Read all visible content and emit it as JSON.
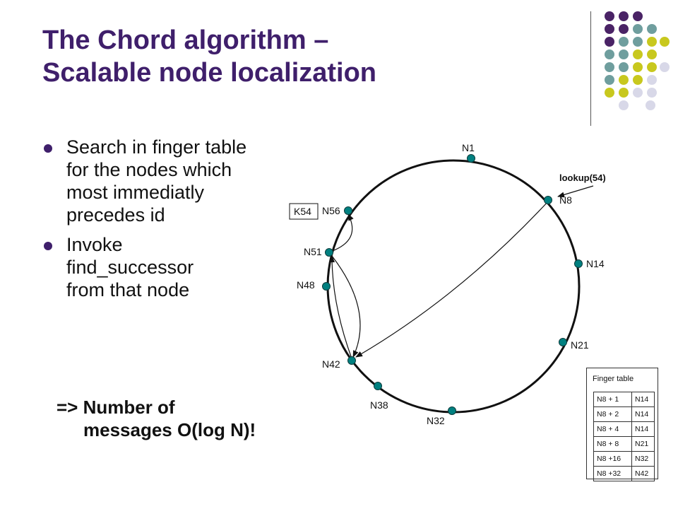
{
  "title": {
    "line1": "The Chord algorithm –",
    "line2": "Scalable node localization"
  },
  "bullets": [
    {
      "lines": [
        "Search in finger table",
        "for the nodes which",
        "most immediatly",
        "precedes id"
      ]
    },
    {
      "lines": [
        "Invoke",
        "find_successor",
        "from that node"
      ]
    }
  ],
  "conclusion": {
    "line1": "=> Number of",
    "line2": "messages O(log N)!"
  },
  "diagram": {
    "nodes": [
      "N1",
      "N8",
      "N14",
      "N21",
      "N32",
      "N38",
      "N42",
      "N48",
      "N51",
      "N56"
    ],
    "key_label": "K54",
    "lookup_label": "lookup(54)",
    "node_color": "#008080"
  },
  "finger_table": {
    "title": "Finger table",
    "rows": [
      [
        "N8 + 1",
        "N14"
      ],
      [
        "N8 + 2",
        "N14"
      ],
      [
        "N8 + 4",
        "N14"
      ],
      [
        "N8 + 8",
        "N21"
      ],
      [
        "N8 +16",
        "N32"
      ],
      [
        "N8 +32",
        "N42"
      ]
    ]
  },
  "colors": {
    "title": "#3f1f6b",
    "accent_purple": "#4a2366",
    "accent_teal": "#6f9e9e",
    "accent_olive": "#c8c81e",
    "accent_lavender": "#d8d8e8"
  }
}
